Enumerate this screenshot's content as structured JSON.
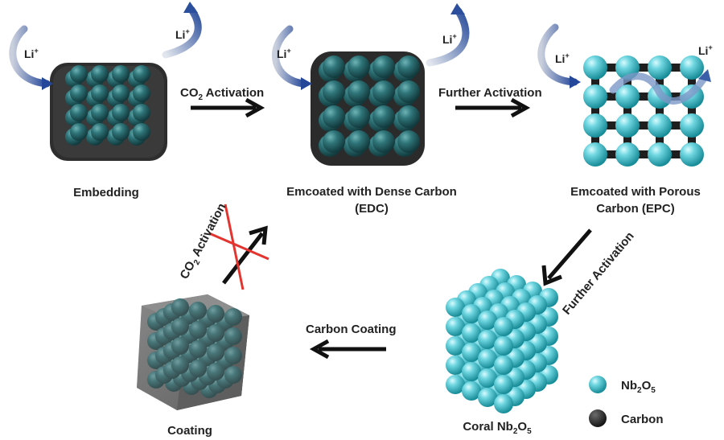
{
  "stages": {
    "embedding": "Embedding",
    "edc_line1": "Emcoated with Dense Carbon",
    "edc_line2": "(EDC)",
    "epc_line1": "Emcoated with Porous",
    "epc_line2": "Carbon (EPC)",
    "coral": "Coral Nb",
    "coral_sub": "2",
    "coral_tail": "O",
    "coral_sub2": "5",
    "coating": "Coating"
  },
  "arrows": {
    "co2_prefix": "CO",
    "co2_sub": "2",
    "co2_suffix": " Activation",
    "further": "Further Activation",
    "carbon_coating": "Carbon Coating"
  },
  "lithium": {
    "base": "Li",
    "sup": "+"
  },
  "legend": {
    "nb_prefix": "Nb",
    "nb_sub1": "2",
    "nb_mid": "O",
    "nb_sub2": "5",
    "carbon": "Carbon"
  },
  "colors": {
    "nb2o5": "#5fc9d6",
    "carbon": "#333333",
    "dark_sphere": "#2d6e72",
    "li_arrow": "#2a4f9a",
    "cross": "#e3342f"
  }
}
